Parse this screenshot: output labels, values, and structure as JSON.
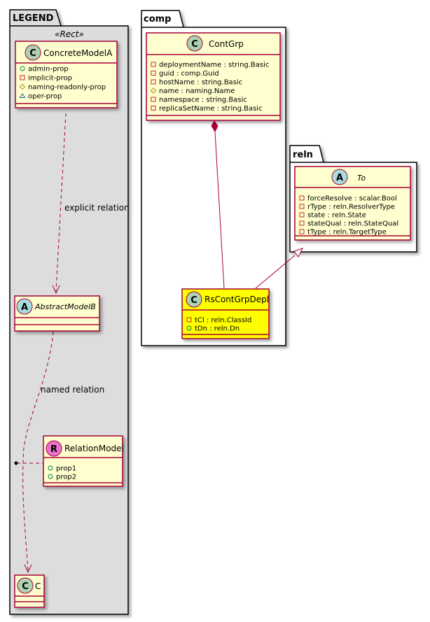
{
  "packages": {
    "legend": {
      "name": "LEGEND",
      "stereotype": "«Rect»"
    },
    "comp": {
      "name": "comp"
    },
    "reln": {
      "name": "reln"
    }
  },
  "classes": {
    "concrete_model_a": {
      "kind": "C",
      "name": "ConcreteModelA",
      "attributes": [
        {
          "visibility": "public",
          "text": "admin-prop"
        },
        {
          "visibility": "private",
          "text": "implicit-prop"
        },
        {
          "visibility": "protected",
          "text": "naming-readonly-prop"
        },
        {
          "visibility": "package",
          "text": "oper-prop"
        }
      ]
    },
    "abstract_model_b": {
      "kind": "A",
      "name": "AbstractModelB",
      "attributes": []
    },
    "relation_model": {
      "kind": "R",
      "name": "RelationModel",
      "attributes": [
        {
          "visibility": "public",
          "text": "prop1"
        },
        {
          "visibility": "public",
          "text": "prop2"
        }
      ]
    },
    "c": {
      "kind": "C",
      "name": "C",
      "attributes": []
    },
    "cont_grp": {
      "kind": "C",
      "name": "ContGrp",
      "attributes": [
        {
          "visibility": "private",
          "text": "deploymentName : string.Basic"
        },
        {
          "visibility": "private",
          "text": "guid : comp.Guid"
        },
        {
          "visibility": "private",
          "text": "hostName : string.Basic"
        },
        {
          "visibility": "protected",
          "text": "name : naming.Name"
        },
        {
          "visibility": "private",
          "text": "namespace : string.Basic"
        },
        {
          "visibility": "private",
          "text": "replicaSetName : string.Basic"
        }
      ]
    },
    "rs_cont_grp_depl": {
      "kind": "C",
      "name": "RsContGrpDepl",
      "attributes": [
        {
          "visibility": "private",
          "text": "tCl : reln.ClassId"
        },
        {
          "visibility": "public",
          "text": "tDn : reln.Dn"
        }
      ]
    },
    "to": {
      "kind": "A",
      "name": "To",
      "attributes": [
        {
          "visibility": "private",
          "text": "forceResolve : scalar.Bool"
        },
        {
          "visibility": "private",
          "text": "rType : reln.ResolverType"
        },
        {
          "visibility": "private",
          "text": "state : reln.State"
        },
        {
          "visibility": "private",
          "text": "stateQual : reln.StateQual"
        },
        {
          "visibility": "private",
          "text": "tType : reln.TargetType"
        }
      ]
    }
  },
  "relations": {
    "explicit": {
      "label": "explicit relation"
    },
    "named": {
      "label": "named relation"
    }
  },
  "colors": {
    "class_fill": "#FEFECE",
    "highlight_fill": "#FFFF00",
    "border": "#A80036",
    "legend_fill": "#DDDDDD",
    "circle_c": "#ADD1B2",
    "circle_a": "#A9DCDF",
    "circle_r": "#EB73C8"
  }
}
